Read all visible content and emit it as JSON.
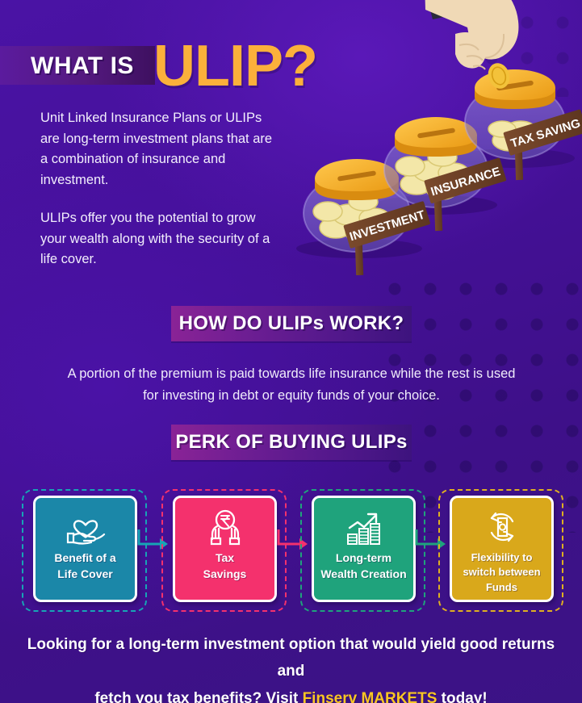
{
  "theme": {
    "bg_purple": "#451099",
    "accent_gold": "#fbb03b",
    "brand_gold": "#f9c623",
    "banner_gradient_start": "#8a2396",
    "banner_gradient_end": "#3d137e"
  },
  "header": {
    "eyebrow": "WHAT IS",
    "title": "ULIP?"
  },
  "intro": {
    "paragraphs": [
      "Unit Linked Insurance Plans or ULIPs are long-term investment plans that are a combination of insurance and investment.",
      "ULIPs offer you the potential to grow your wealth along with the security of a life cover."
    ]
  },
  "illustration": {
    "name": "three-coin-jars-with-hand",
    "hand_icon": "hand-dropping-coin-icon",
    "jars": [
      {
        "sign_label": "INVESTMENT",
        "icon": "coin-jar-icon"
      },
      {
        "sign_label": "INSURANCE",
        "icon": "coin-jar-icon"
      },
      {
        "sign_label": "TAX SAVING",
        "icon": "coin-jar-icon"
      }
    ]
  },
  "sections": [
    {
      "banner": "HOW DO ULIPs WORK?",
      "body": "A portion of the premium is paid towards life insurance while the rest is used for investing in debt or equity funds of your choice."
    },
    {
      "banner": "PERK OF BUYING ULIPs"
    }
  ],
  "benefits": {
    "cards": [
      {
        "label_line1": "Benefit of a",
        "label_line2": "Life Cover",
        "label_line3": "",
        "icon": "heart-in-hand-icon",
        "fill": "#1b87a8",
        "outline": "#17a5b5"
      },
      {
        "label_line1": "Tax",
        "label_line2": "Savings",
        "label_line3": "",
        "icon": "rupee-coin-in-hands-icon",
        "fill": "#f4316d",
        "outline": "#f4316d"
      },
      {
        "label_line1": "Long-term",
        "label_line2": "Wealth Creation",
        "label_line3": "",
        "icon": "growth-bar-chart-arrow-icon",
        "fill": "#1fa37c",
        "outline": "#1fa37c"
      },
      {
        "label_line1": "Flexibility to",
        "label_line2": "switch between",
        "label_line3": "Funds",
        "icon": "banknote-circular-arrows-icon",
        "fill": "#d9a81b",
        "outline": "#e0b020"
      }
    ],
    "connectors": [
      {
        "icon": "arrow-right-icon",
        "color": "#17a5b5"
      },
      {
        "icon": "arrow-right-icon",
        "color": "#f4316d"
      },
      {
        "icon": "arrow-right-icon",
        "color": "#1fa37c"
      }
    ]
  },
  "footer": {
    "line1": "Looking for a long-term investment option that would yield good returns and",
    "line2_before": "fetch you tax benefits? Visit ",
    "brand": "Finserv MARKETS",
    "line2_after": " today!"
  }
}
